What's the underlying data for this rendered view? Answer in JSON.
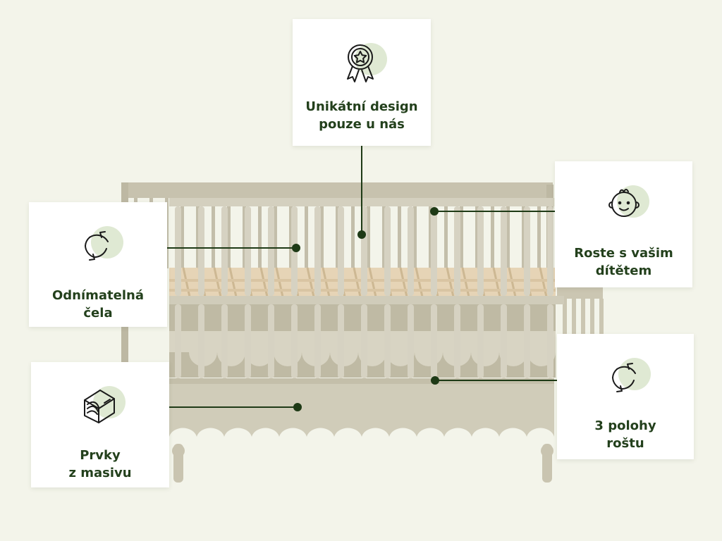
{
  "colors": {
    "background": "#f3f4ea",
    "card": "#ffffff",
    "accent_text": "#23401c",
    "connector": "#1e3a16",
    "icon_blob": "#dfe9d3",
    "crib": "#cfcbb9",
    "slats": "#e2cfb0"
  },
  "callouts": {
    "design": {
      "icon": "award-ribbon-icon",
      "label": "Unikátní design\npouze u nás"
    },
    "grows": {
      "icon": "baby-face-icon",
      "label": "Roste s vašim\ndítětem"
    },
    "removable": {
      "icon": "rotate-arrows-icon",
      "label": "Odnímatelná\nčela"
    },
    "solid": {
      "icon": "wood-log-icon",
      "label": "Prvky\nz masivu"
    },
    "positions": {
      "icon": "rotate-arrows-icon",
      "label": "3 polohy\nroštu"
    }
  }
}
